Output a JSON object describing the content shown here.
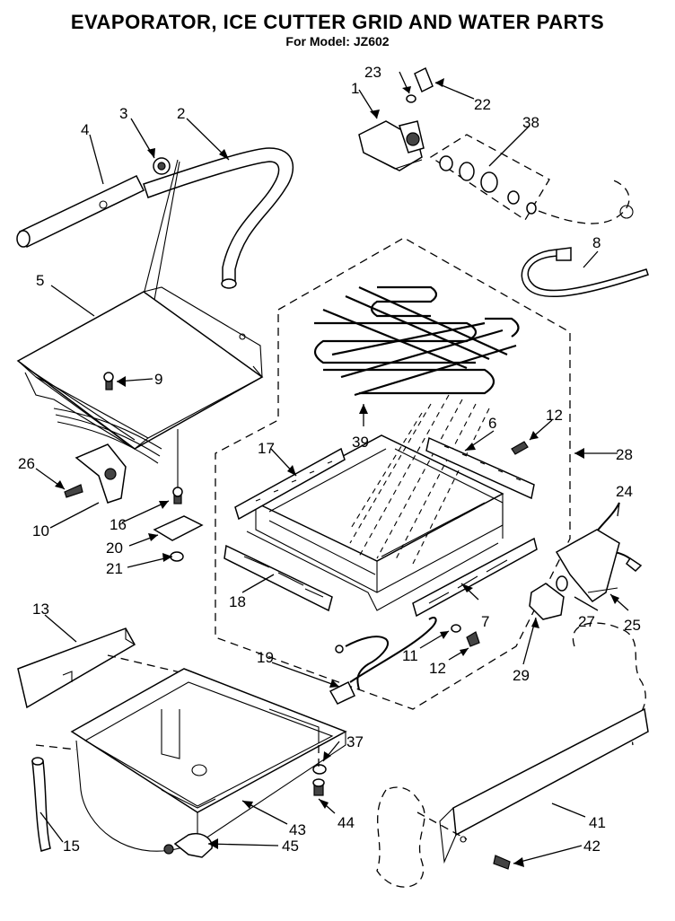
{
  "header": {
    "title": "EVAPORATOR, ICE CUTTER GRID AND WATER PARTS",
    "subtitle": "For Model: JZ602"
  },
  "callouts": {
    "c1": "1",
    "c2": "2",
    "c3": "3",
    "c4": "4",
    "c5": "5",
    "c6": "6",
    "c7": "7",
    "c8": "8",
    "c9": "9",
    "c10": "10",
    "c11": "11",
    "c12a": "12",
    "c12b": "12",
    "c13": "13",
    "c15": "15",
    "c16": "16",
    "c17": "17",
    "c18": "18",
    "c19": "19",
    "c20": "20",
    "c21": "21",
    "c22": "22",
    "c23": "23",
    "c24": "24",
    "c25": "25",
    "c26": "26",
    "c27": "27",
    "c28": "28",
    "c29": "29",
    "c37": "37",
    "c38": "38",
    "c39": "39",
    "c41": "41",
    "c42": "42",
    "c43": "43",
    "c44": "44",
    "c45": "45"
  }
}
